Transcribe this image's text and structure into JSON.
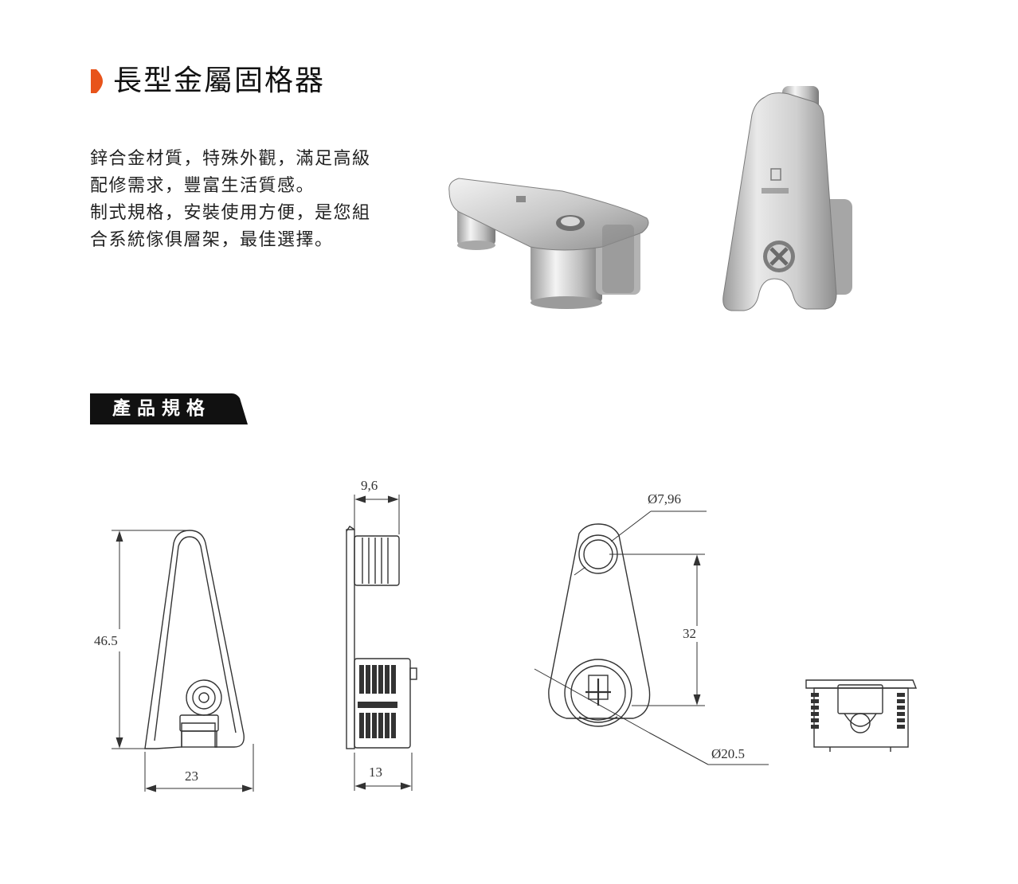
{
  "product": {
    "title": "長型金屬固格器",
    "description_lines": [
      "鋅合金材質，特殊外觀，滿足高級",
      "配修需求，豐富生活質感。",
      "制式規格，安裝使用方便，是您組",
      "合系統傢俱層架，最佳選擇。"
    ]
  },
  "spec_section": {
    "label": "產品規格"
  },
  "dimensions": {
    "front_height": "46.5",
    "front_width": "23",
    "side_top_width": "9,6",
    "side_bottom_width": "13",
    "hole_diameter": "Ø7,96",
    "center_distance": "32",
    "cam_diameter": "Ø20.5"
  },
  "colors": {
    "accent": "#e8541b",
    "tab": "#111111",
    "metal_light": "#e4e4e4",
    "metal_dark": "#8a8a8a"
  }
}
